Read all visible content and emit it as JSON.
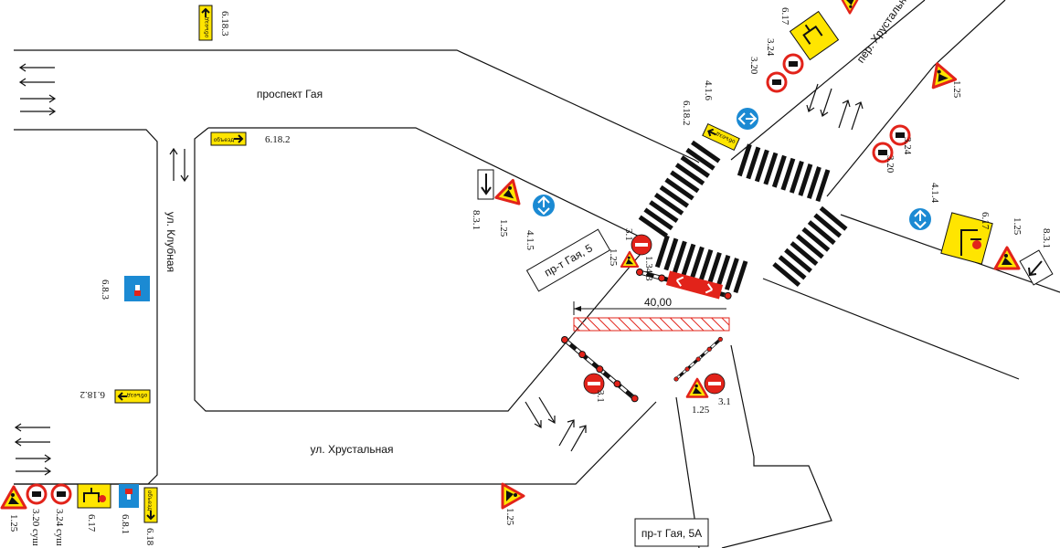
{
  "streets": {
    "prospekt_gaya": "проспект Гая",
    "ul_klubnaya": "ул. Клубная",
    "ul_khrustalnaya": "ул. Хрустальная",
    "per_khrustalny": "пер. Хрустальн"
  },
  "buildings": {
    "b1": "пр-т Гая, 5",
    "b2": "пр-т Гая, 5А"
  },
  "dimension": "40,00",
  "detour_text": "объезд",
  "sign_codes": {
    "s6_18_3_top": "6.18.3",
    "s6_18_2_mid": "6.18.2",
    "s6_18_2_left": "6.18.2",
    "s6_8_3": "6.8.3",
    "s8_3_1_a": "8.3.1",
    "s1_25_a": "1.25",
    "s4_1_5": "4.1.5",
    "s3_1_a": "3.1",
    "s1_25_b": "1.25",
    "s1_34_3": "1.34.3",
    "s3_1_b": "3.1",
    "s3_1_c": "3.1",
    "s1_25_c": "1.25",
    "s6_18_2_ne": "6.18.2",
    "s4_1_6": "4.1.6",
    "s3_20_n": "3.20",
    "s3_24_n": "3.24",
    "s6_17_n": "6.17",
    "s1_25_ne": "1.25",
    "s3_24_e": "3.24",
    "s3_20_e": "3.20",
    "s4_1_4": "4.1.4",
    "s6_17_e": "6.17",
    "s1_25_e": "1.25",
    "s8_3_1_e": "8.3.1",
    "s1_25_bl": "1.25",
    "s3_20_bl": "3.20 суш",
    "s3_24_bl": "3.24 суш",
    "s6_17_bl": "6.17",
    "s6_8_1_bl": "6.8.1",
    "s6_18_bl": "6.18",
    "s1_25_bottom": "1.25"
  },
  "colors": {
    "warning_red": "#e2231a",
    "sign_yellow": "#ffe500",
    "sign_blue": "#1b8ad3",
    "hatch_red": "#e2231a"
  }
}
